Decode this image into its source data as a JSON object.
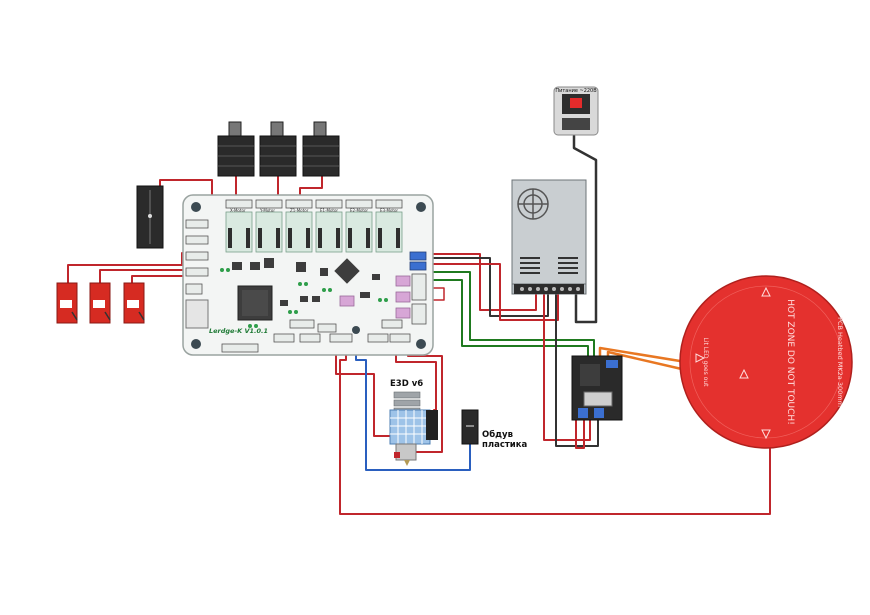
{
  "board": {
    "name": "Lerdge-K V1.0.1",
    "motor_labels": [
      "X-Motor",
      "Y-Motor",
      "Z1-Motor",
      "E1-Motor",
      "E2-Motor",
      "E3-Motor"
    ]
  },
  "psu": {
    "label": "Питание ~220В"
  },
  "hotend": {
    "label": "E3D v6"
  },
  "part_cooling_fan": {
    "label_line1": "Обдув",
    "label_line2": "пластика"
  },
  "heatbed": {
    "title": "PCB Heatbed MK2a 300mm",
    "warning_text": "HOT ZONE DO NOT TOUCH!",
    "led_text": "Lit LED goes out"
  },
  "colors": {
    "wire_red": "#c0262c",
    "wire_black": "#333333",
    "wire_green": "#1f7a1f",
    "wire_blue": "#2a5fbf",
    "wire_orange": "#e87722",
    "board_body": "#f3f5f4",
    "bed_red": "#e4312e"
  }
}
